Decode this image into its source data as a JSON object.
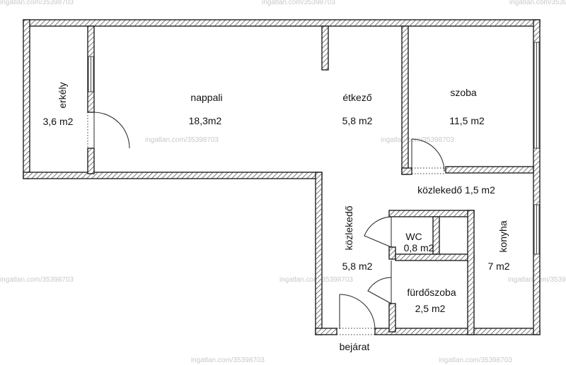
{
  "rooms": {
    "erkely": {
      "name": "erkély",
      "area": "3,6 m2"
    },
    "nappali": {
      "name": "nappali",
      "area": "18,3m2"
    },
    "etkezo": {
      "name": "étkező",
      "area": "5,8 m2"
    },
    "szoba": {
      "name": "szoba",
      "area": "11,5 m2"
    },
    "kozlekedo_upper": {
      "name": "közlekedő 1,5 m2"
    },
    "kozlekedo_left": {
      "name": "közlekedő",
      "area": "5,8 m2"
    },
    "wc": {
      "name": "WC",
      "area": "0,8 m2"
    },
    "konyha": {
      "name": "konyha",
      "area": "7 m2"
    },
    "furdoszoba": {
      "name": "fürdőszoba",
      "area": "2,5 m2"
    },
    "bejarat": {
      "name": "bejárat"
    }
  },
  "watermark": "ingatlan.com/35398703",
  "colors": {
    "wall_stroke": "#222222",
    "hatch": "#555555",
    "watermark": "#c9c9c9"
  }
}
